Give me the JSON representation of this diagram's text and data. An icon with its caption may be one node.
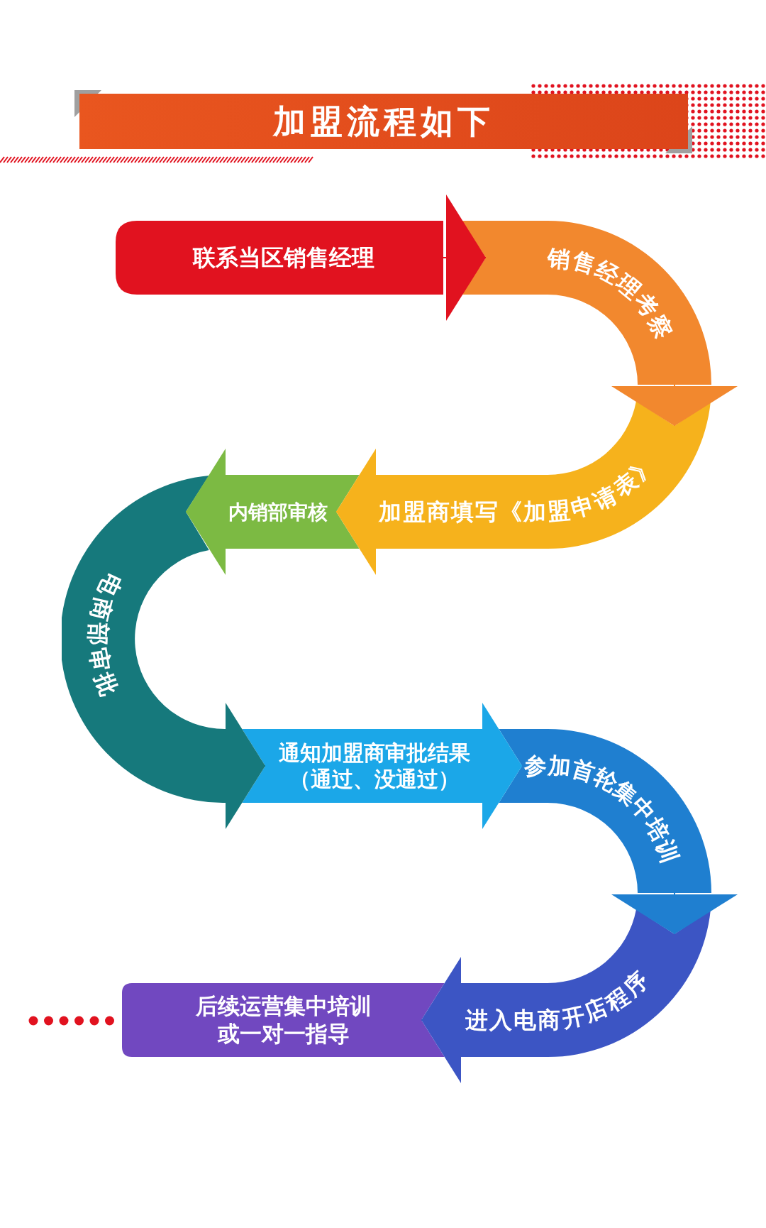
{
  "diagram": {
    "title": "加盟流程如下",
    "nodes": [
      {
        "text": [
          "联系当区销售经理"
        ]
      },
      {
        "text": [
          "销售经理考察"
        ]
      },
      {
        "text": [
          "加盟商填写《加盟申请表》"
        ]
      },
      {
        "text": [
          "内销部审核"
        ]
      },
      {
        "text": [
          "电商部审批"
        ]
      },
      {
        "text": [
          "通知加盟商审批结果（通过、没通过）"
        ]
      },
      {
        "text": [
          "参加首轮集中培训"
        ]
      },
      {
        "text": [
          "进入电商开店程序"
        ]
      },
      {
        "text": [
          "后续运营集中培训或一对一指导"
        ]
      }
    ],
    "edges": [
      {
        "from": 0,
        "to": 1,
        "arrow": "to",
        "color": "#e1121f"
      },
      {
        "from": 1,
        "to": 2,
        "arrow": "to",
        "color": "#f2882e"
      },
      {
        "from": 2,
        "to": 3,
        "arrow": "to",
        "color": "#f6b21c"
      },
      {
        "from": 3,
        "to": 4,
        "arrow": "to",
        "color": "#7cba43"
      },
      {
        "from": 4,
        "to": 5,
        "arrow": "to",
        "color": "#16797c"
      },
      {
        "from": 5,
        "to": 6,
        "arrow": "to",
        "color": "#1ba7e8"
      },
      {
        "from": 6,
        "to": 7,
        "arrow": "to",
        "color": "#1f7fd0"
      },
      {
        "from": 7,
        "to": 8,
        "arrow": "to",
        "color": "#3c55c4"
      }
    ]
  }
}
